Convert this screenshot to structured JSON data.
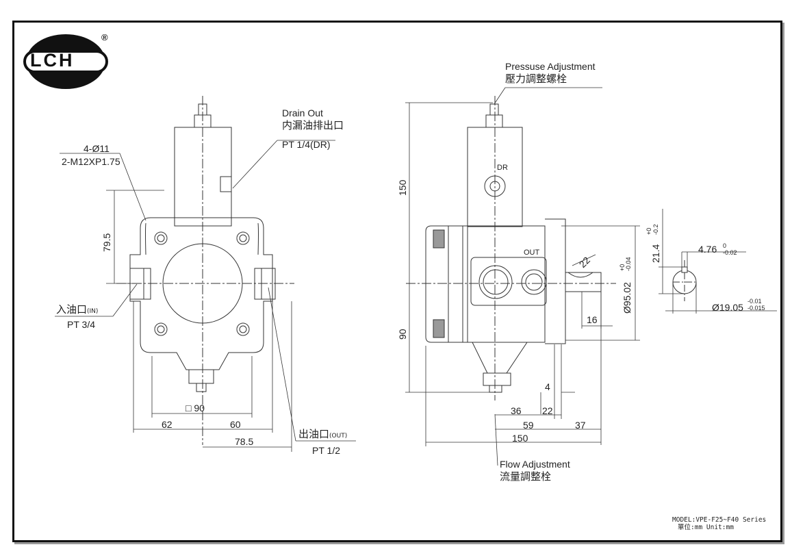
{
  "logo": {
    "text": "LCH",
    "registered": "®"
  },
  "front_view": {
    "drain": {
      "en": "Drain Out",
      "cn": "内漏油排出口",
      "spec": "PT 1/4(DR)"
    },
    "bolt": {
      "holes": "4-Ø11",
      "thread": "2-M12XP1.75"
    },
    "inlet": {
      "cn": "入油口",
      "tag": "(IN)",
      "spec": "PT 3/4"
    },
    "outlet": {
      "cn": "出油口",
      "tag": "(OUT)",
      "spec": "PT 1/2"
    },
    "dims": {
      "d79_5": "79.5",
      "d90": "□ 90",
      "d62": "62",
      "d60": "60",
      "d78_5": "78.5"
    }
  },
  "side_view": {
    "pressure": {
      "en": "Pressuse Adjustment",
      "cn": "壓力調整螺栓"
    },
    "flow": {
      "en": "Flow Adjustment",
      "cn": "流量調整栓"
    },
    "port_dr": "DR",
    "port_out": "OUT",
    "dims": {
      "d150v": "150",
      "d90v": "90",
      "d4": "4",
      "d36": "36",
      "d22a": "22",
      "d59": "59",
      "d37": "37",
      "d150h": "150",
      "d16": "16",
      "d22b": "22",
      "d95": "Ø95.02",
      "d95_tol_upper": "+0",
      "d95_tol_lower": "-0.04"
    }
  },
  "shaft_detail": {
    "key_height": "21.4",
    "key_height_tol_upper": "+0",
    "key_height_tol_lower": "-0.2",
    "key_width": "4.76",
    "key_width_tol_upper": "0",
    "key_width_tol_lower": "-0.02",
    "shaft_dia": "Ø19.05",
    "shaft_dia_tol_upper": "-0.01",
    "shaft_dia_tol_lower": "-0.015"
  },
  "model": {
    "line1": "MODEL:VPE-F25~F40 Series",
    "line2": "單位:mm  Unit:mm"
  }
}
